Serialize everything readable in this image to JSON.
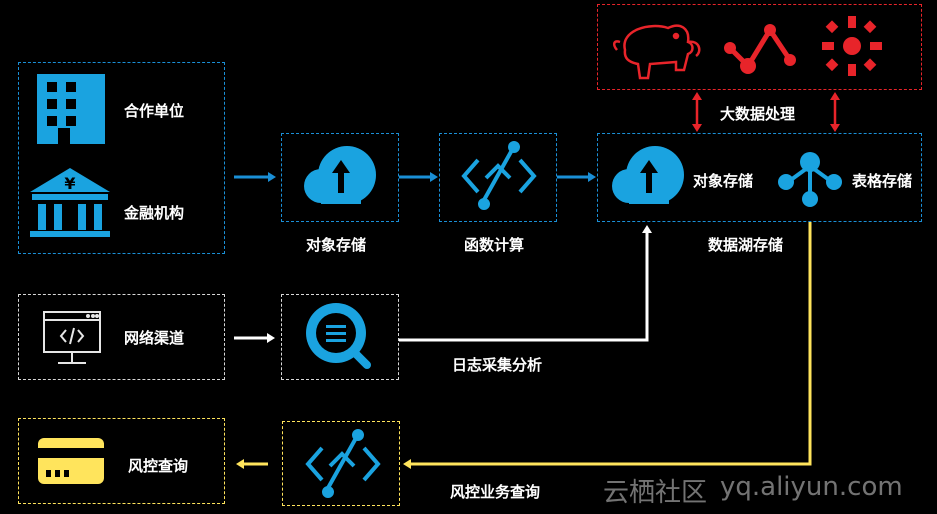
{
  "sources": {
    "partner_label": "合作单位",
    "finance_label": "金融机构",
    "network_label": "网络渠道",
    "risk_label": "风控查询"
  },
  "stages": {
    "object_storage": "对象存储",
    "function_compute": "函数计算",
    "log_service": "日志采集分析",
    "risk_query": "风控业务查询"
  },
  "datalake": {
    "title": "数据湖存储",
    "object_storage": "对象存储",
    "table_storage": "表格存储",
    "processing": "大数据处理"
  },
  "watermark": {
    "cn": "云栖社区",
    "en": "yq.aliyun.com"
  },
  "colors": {
    "accent_blue": "#1a8fd6",
    "icon_blue": "#1aa3e0",
    "red": "#e8242a",
    "yellow": "#ffe45c",
    "white": "#ffffff"
  },
  "icons": [
    "building-icon",
    "bank-icon",
    "cloud-upload-icon",
    "function-compute-icon",
    "hadoop-elephant-icon",
    "line-chart-icon",
    "spark-icon",
    "tree-network-icon",
    "monitor-code-icon",
    "log-search-icon",
    "card-icon"
  ]
}
